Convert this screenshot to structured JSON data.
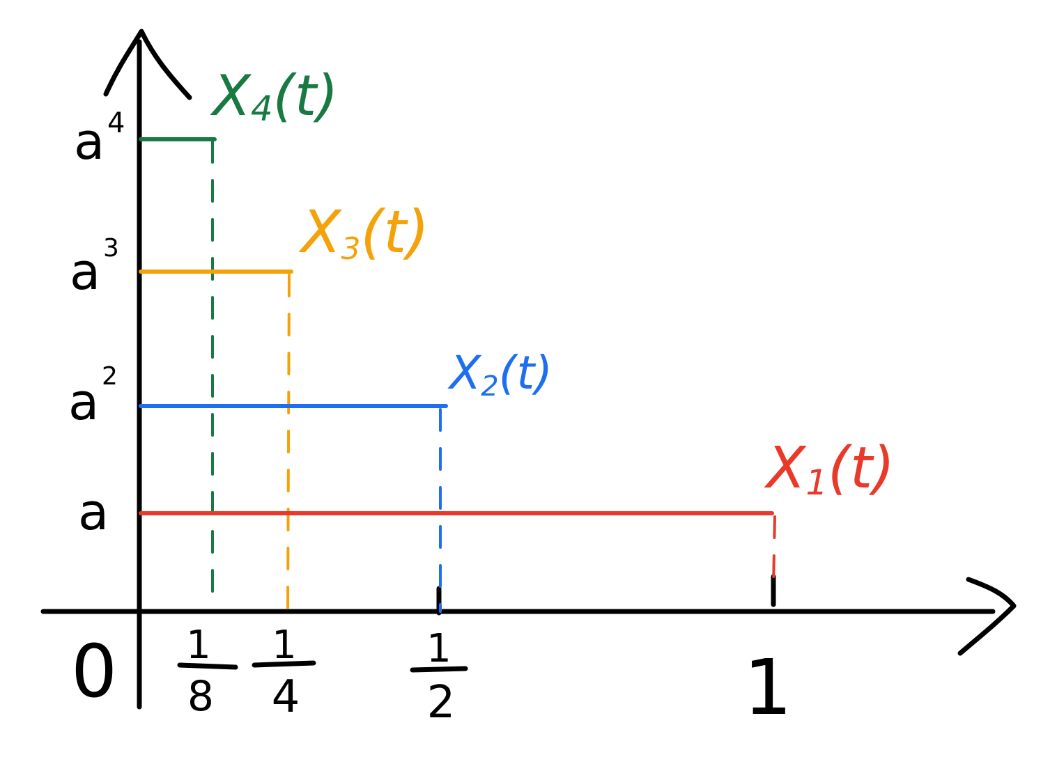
{
  "colors": {
    "axis": "#000000",
    "x1": "#E8392A",
    "x2": "#1E6FF0",
    "x3": "#F5A20A",
    "x4": "#187A42"
  },
  "axes": {
    "origin_label": "0",
    "x_ticks": [
      {
        "numerator": "1",
        "denominator": "8"
      },
      {
        "numerator": "1",
        "denominator": "4"
      },
      {
        "numerator": "1",
        "denominator": "2"
      },
      {
        "value": "1"
      }
    ],
    "y_labels": {
      "a": "a",
      "a2": {
        "base": "a",
        "exp": "2"
      },
      "a3": {
        "base": "a",
        "exp": "3"
      },
      "a4": {
        "base": "a",
        "exp": "4"
      }
    }
  },
  "series": [
    {
      "name": "X",
      "sub": "1",
      "arg": "(t)",
      "x_end": 1,
      "level": "a"
    },
    {
      "name": "X",
      "sub": "2",
      "arg": "(t)",
      "x_end": 0.5,
      "level": "a^2"
    },
    {
      "name": "X",
      "sub": "3",
      "arg": "(t)",
      "x_end": 0.25,
      "level": "a^3"
    },
    {
      "name": "X",
      "sub": "4",
      "arg": "(t)",
      "x_end": 0.125,
      "level": "a^4"
    }
  ]
}
